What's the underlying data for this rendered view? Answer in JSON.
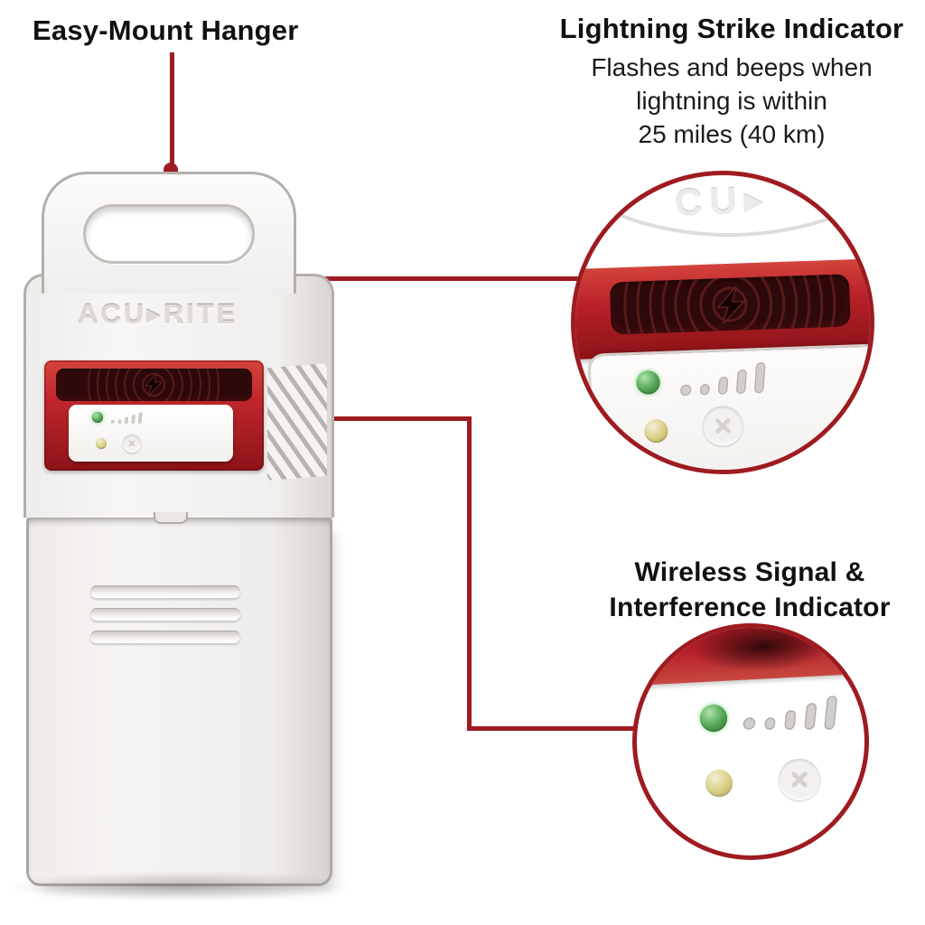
{
  "colors": {
    "accent_red": "#9E1B20",
    "panel_red": "#C0272D",
    "panel_red_dark": "#8C1318",
    "window_dark": "#2D090B",
    "led_green": "#4FA352",
    "led_yellow": "#D8CE82",
    "body_light": "#F5F3F1",
    "text_black": "#111111"
  },
  "annotations": {
    "hanger": {
      "label": "Easy-Mount Hanger"
    },
    "lightning": {
      "title": "Lightning Strike Indicator",
      "desc_lines": [
        "Flashes and beeps when",
        "lightning is within",
        "25 miles (40 km)"
      ]
    },
    "wireless": {
      "title_lines": [
        "Wireless Signal &",
        "Interference Indicator"
      ]
    }
  },
  "device": {
    "brand": "ACU▸RITE",
    "brand_fragment": "CU▸"
  },
  "icons": {
    "lightning_bolt": "lightning-bolt-icon",
    "sound_waves": "sound-wave-arcs-icon",
    "signal_strength": "signal-strength-icon",
    "dismiss_button": "x-button-icon",
    "green_led": "green-led-light",
    "yellow_led": "yellow-led-light"
  }
}
